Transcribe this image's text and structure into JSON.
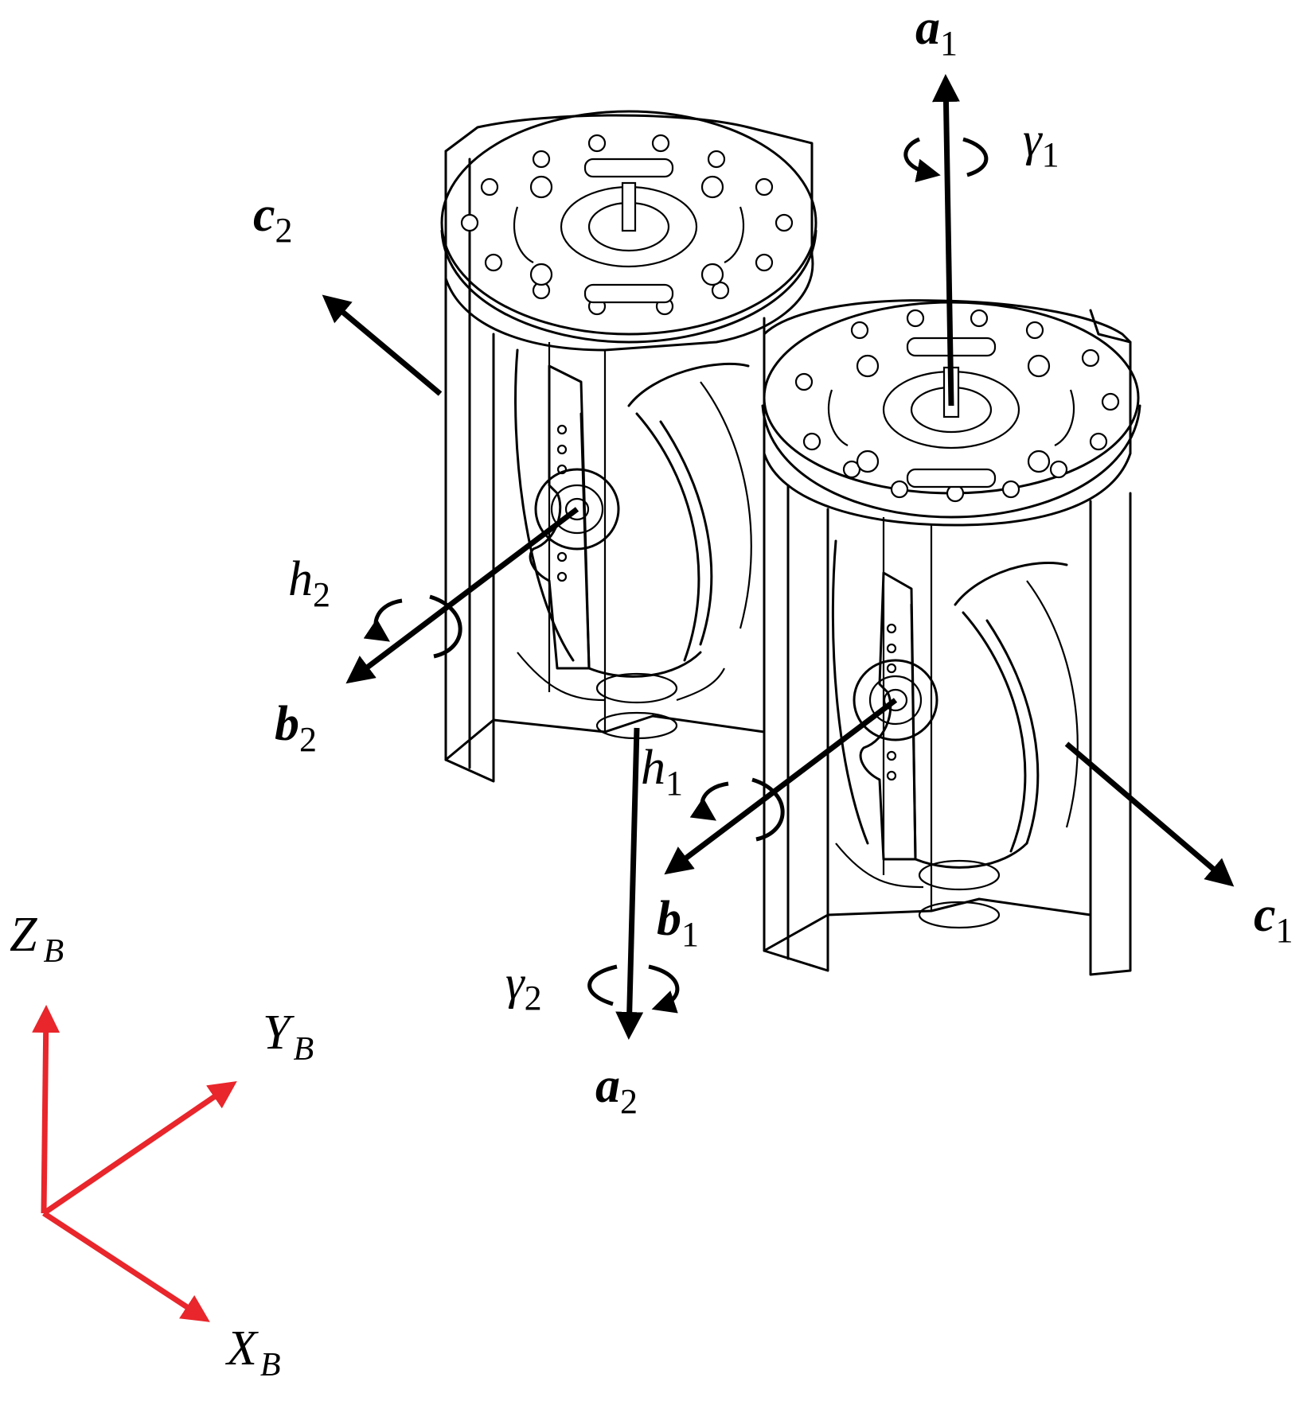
{
  "colors": {
    "ink": "#000000",
    "frame_axes": "#e8262b",
    "background": "#ffffff"
  },
  "labels": {
    "a1": {
      "main": "a",
      "sub": "1"
    },
    "gamma1": {
      "main": "γ",
      "sub": "1"
    },
    "c2": {
      "main": "c",
      "sub": "2"
    },
    "h2": {
      "main": "h",
      "sub": "2"
    },
    "b2": {
      "main": "b",
      "sub": "2"
    },
    "h1": {
      "main": "h",
      "sub": "1"
    },
    "b1": {
      "main": "b",
      "sub": "1"
    },
    "c1": {
      "main": "c",
      "sub": "1"
    },
    "gamma2": {
      "main": "γ",
      "sub": "2"
    },
    "a2": {
      "main": "a",
      "sub": "2"
    },
    "zb": {
      "main": "Z",
      "sub": "B"
    },
    "yb": {
      "main": "Y",
      "sub": "B"
    },
    "xb": {
      "main": "X",
      "sub": "B"
    }
  }
}
